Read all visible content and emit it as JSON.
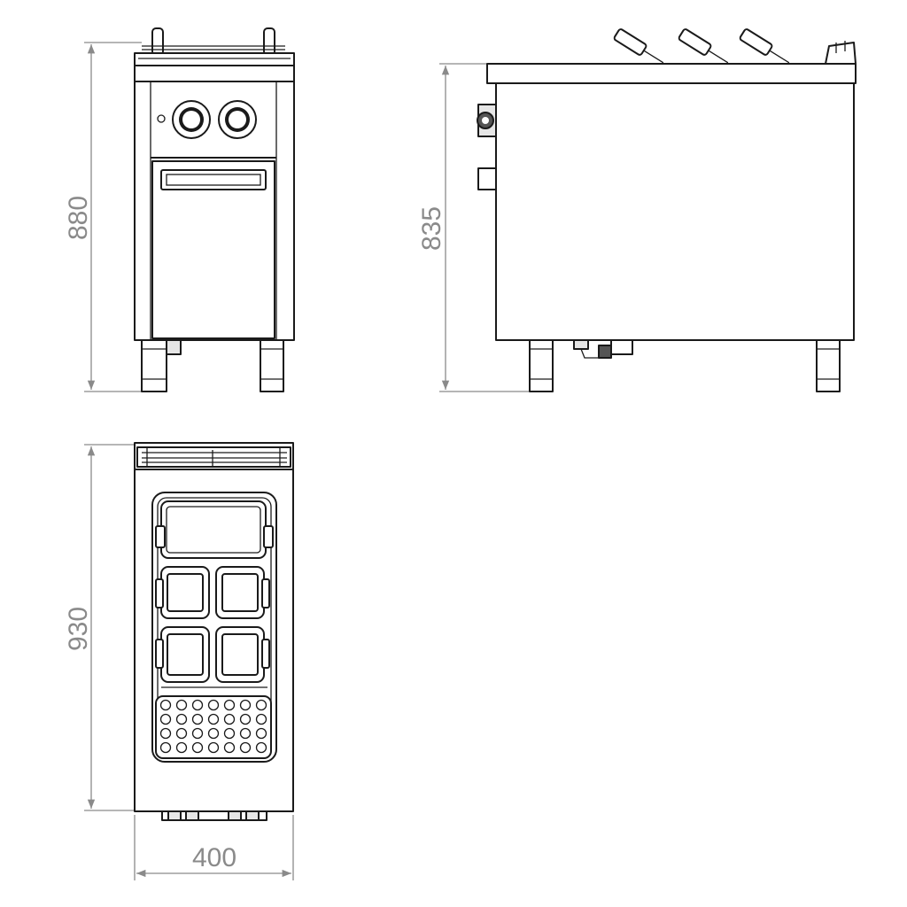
{
  "dimensions": {
    "front_height": "880",
    "side_height": "835",
    "top_depth": "930",
    "top_width": "400"
  },
  "colors": {
    "line": "#1a1a1a",
    "dimension": "#8a8a8a",
    "background": "#ffffff"
  }
}
